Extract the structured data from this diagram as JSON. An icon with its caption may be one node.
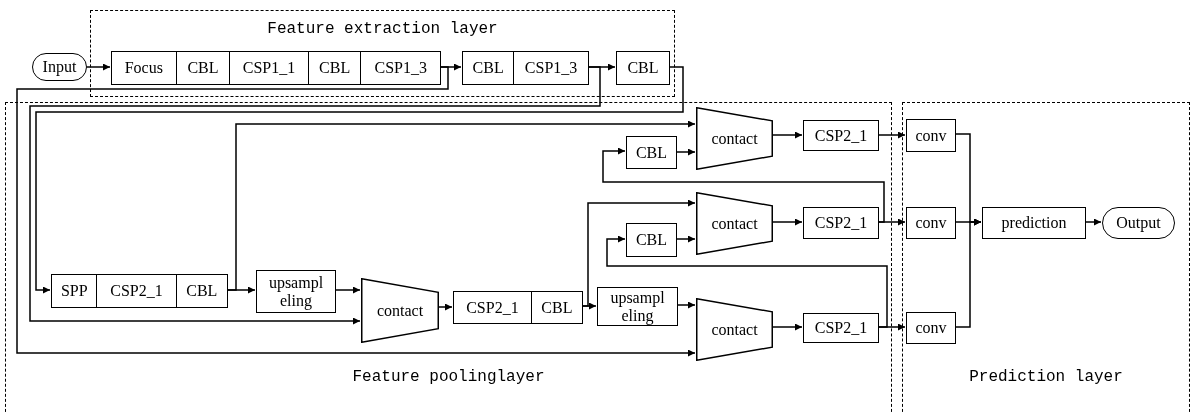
{
  "diagram": {
    "nodes": [
      {
        "text": [
          "Feature extraction layer"
        ]
      },
      {
        "text": [
          "Feature poolinglayer"
        ]
      },
      {
        "text": [
          "Prediction layer"
        ]
      },
      {
        "text": [
          "Input"
        ]
      },
      {
        "text": [
          "Focus",
          "CBL",
          "CSP1_1",
          "CBL",
          "CSP1_3"
        ],
        "in": 0
      },
      {
        "text": [
          "CBL",
          "CSP1_3"
        ],
        "in": 0
      },
      {
        "text": [
          "CBL"
        ],
        "in": 0
      },
      {
        "text": [
          "CBL"
        ],
        "in": 1
      },
      {
        "text": [
          "contact"
        ],
        "in": 1
      },
      {
        "text": [
          "CSP2_1"
        ],
        "in": 1
      },
      {
        "text": [
          "CBL"
        ],
        "in": 1
      },
      {
        "text": [
          "contact"
        ],
        "in": 1
      },
      {
        "text": [
          "CSP2_1"
        ],
        "in": 1
      },
      {
        "text": [
          "SPP",
          "CSP2_1",
          "CBL"
        ],
        "in": 1
      },
      {
        "text": [
          "upsampl eling"
        ],
        "in": 1
      },
      {
        "text": [
          "contact"
        ],
        "in": 1
      },
      {
        "text": [
          "CSP2_1",
          "CBL"
        ],
        "in": 1
      },
      {
        "text": [
          "upsampl eling"
        ],
        "in": 1
      },
      {
        "text": [
          "contact"
        ],
        "in": 1
      },
      {
        "text": [
          "CSP2_1"
        ],
        "in": 1
      },
      {
        "text": [
          "conv"
        ],
        "in": 2
      },
      {
        "text": [
          "conv"
        ],
        "in": 2
      },
      {
        "text": [
          "prediction"
        ],
        "in": 2
      },
      {
        "text": [
          "Output"
        ],
        "in": 2
      },
      {
        "text": [
          "conv"
        ],
        "in": 2
      }
    ],
    "edges": [
      {
        "from": 3,
        "to": 4,
        "arrow": "to"
      },
      {
        "from": 4,
        "to": 5,
        "arrow": "to"
      },
      {
        "from": 5,
        "to": 6,
        "arrow": "to"
      },
      {
        "from": 4,
        "to": 18,
        "arrow": "to"
      },
      {
        "from": 5,
        "to": 15,
        "arrow": "to"
      },
      {
        "from": 6,
        "to": 13,
        "arrow": "to"
      },
      {
        "from": 13,
        "to": 14,
        "arrow": "to"
      },
      {
        "from": 13,
        "to": 8,
        "arrow": "to"
      },
      {
        "from": 14,
        "to": 15,
        "arrow": "to"
      },
      {
        "from": 15,
        "to": 16,
        "arrow": "to"
      },
      {
        "from": 16,
        "to": 17,
        "arrow": "to"
      },
      {
        "from": 16,
        "to": 11,
        "arrow": "to"
      },
      {
        "from": 17,
        "to": 18,
        "arrow": "to"
      },
      {
        "from": 18,
        "to": 19,
        "arrow": "to"
      },
      {
        "from": 19,
        "to": 24,
        "arrow": "to"
      },
      {
        "from": 19,
        "to": 10,
        "arrow": "to"
      },
      {
        "from": 7,
        "to": 8,
        "arrow": "to"
      },
      {
        "from": 8,
        "to": 9,
        "arrow": "to"
      },
      {
        "from": 9,
        "to": 20,
        "arrow": "to"
      },
      {
        "from": 12,
        "to": 21,
        "arrow": "to"
      },
      {
        "from": 12,
        "to": 7,
        "arrow": "to"
      },
      {
        "from": 10,
        "to": 11,
        "arrow": "to"
      },
      {
        "from": 11,
        "to": 12,
        "arrow": "to"
      },
      {
        "from": 20,
        "to": 22,
        "arrow": "to"
      },
      {
        "from": 21,
        "to": 22,
        "arrow": "to"
      },
      {
        "from": 24,
        "to": 22,
        "arrow": "to"
      },
      {
        "from": 22,
        "to": 23,
        "arrow": "to"
      }
    ]
  }
}
